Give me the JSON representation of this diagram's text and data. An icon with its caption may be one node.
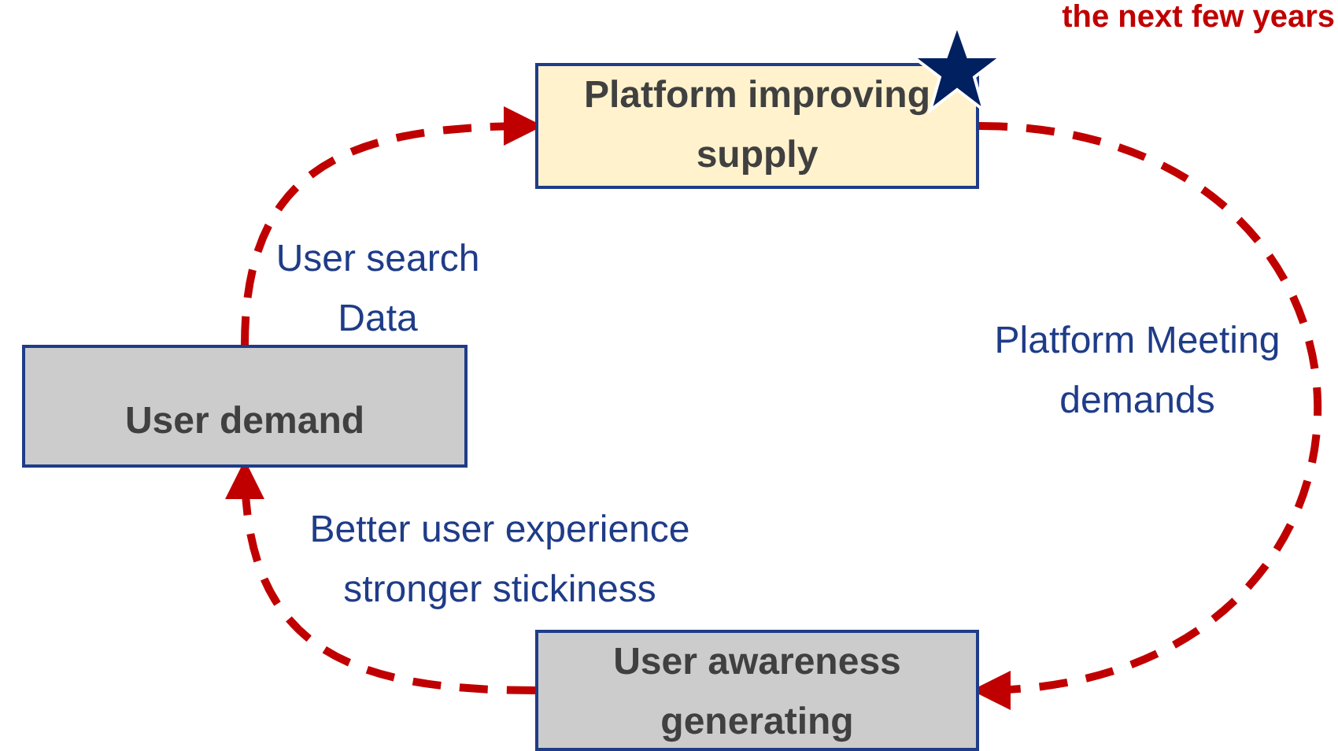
{
  "diagram": {
    "nodes": [
      {
        "text": [
          "Platform improving supply"
        ]
      },
      {
        "text": [
          "User demand"
        ]
      },
      {
        "text": [
          "User awareness generating"
        ]
      }
    ],
    "edges": [
      {
        "from": 1,
        "to": 0,
        "arrow": "to",
        "label": "User search Data",
        "style": "dashed"
      },
      {
        "from": 0,
        "to": 2,
        "arrow": "to",
        "label": "Platform Meeting demands",
        "style": "dashed"
      },
      {
        "from": 2,
        "to": 1,
        "arrow": "to",
        "label": "Better user experience stronger stickiness",
        "style": "dashed"
      }
    ],
    "labels": [
      "the next few years"
    ]
  }
}
